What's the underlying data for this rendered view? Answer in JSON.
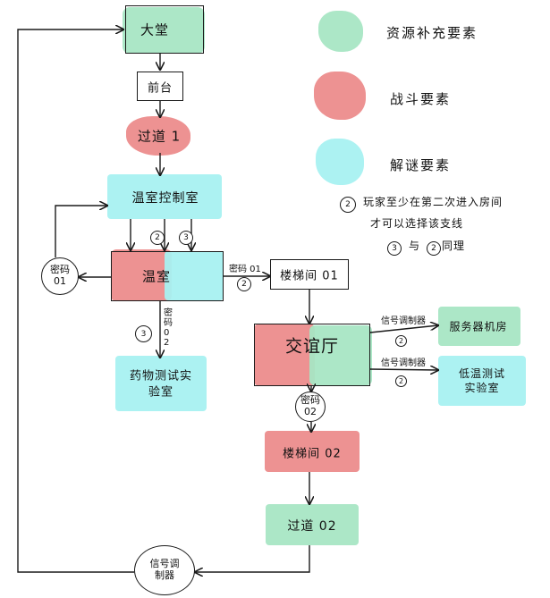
{
  "colors": {
    "resource": "#a8e6c4",
    "combat": "#ec8c8c",
    "puzzle": "#a8f1f1"
  },
  "legend": [
    {
      "label": "资源补充要素",
      "color": "#a8e6c4"
    },
    {
      "label": "战斗要素",
      "color": "#ec8c8c"
    },
    {
      "label": "解谜要素",
      "color": "#a8f1f1"
    }
  ],
  "notes": {
    "line1": "玩家至少在第二次进入房间",
    "line2": "才可以选择该支线",
    "line3": "与",
    "line3_end": "同理",
    "n2": "2",
    "n3": "3"
  },
  "rooms": {
    "hall": "大堂",
    "reception": "前台",
    "corridor1": "过道 1",
    "greenhouse_ctrl": "温室控制室",
    "greenhouse": "温室",
    "stairs1": "楼梯间 01",
    "drug_lab": "药物测试实验室",
    "lounge": "交谊厅",
    "server_room": "服务器机房",
    "lowtemp_lab": "低温测试实验室",
    "stairs2": "楼梯间 02",
    "corridor2": "过道 02"
  },
  "nodes": {
    "code01": "密码01",
    "code02": "密码02",
    "jammer": "信号调制器"
  },
  "edges": {
    "code01": "密码 01",
    "code02": "密码02",
    "jammer_a": "信号调制器",
    "jammer_b": "信号调制器",
    "n2a": "2",
    "n3a": "3",
    "n2b": "2",
    "n3b": "3",
    "n2c": "2",
    "n2d": "2"
  }
}
